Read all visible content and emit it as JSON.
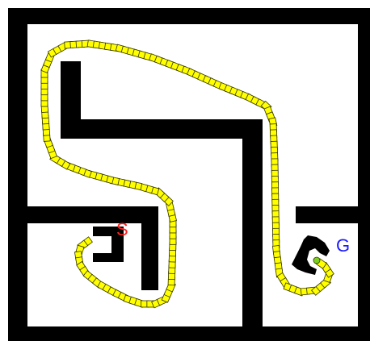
{
  "map": {
    "start_label": "S",
    "goal_label": "G"
  },
  "colors": {
    "wall": "#000000",
    "floor": "#ffffff",
    "path_fill": "#ffff00",
    "path_stroke": "#333300",
    "start_label": "#ff2020",
    "goal_label": "#1a1aff",
    "goal_pose": "#7ad11f"
  },
  "path": {
    "type": "robot-footprint-trajectory",
    "from": "S",
    "to": "G"
  }
}
